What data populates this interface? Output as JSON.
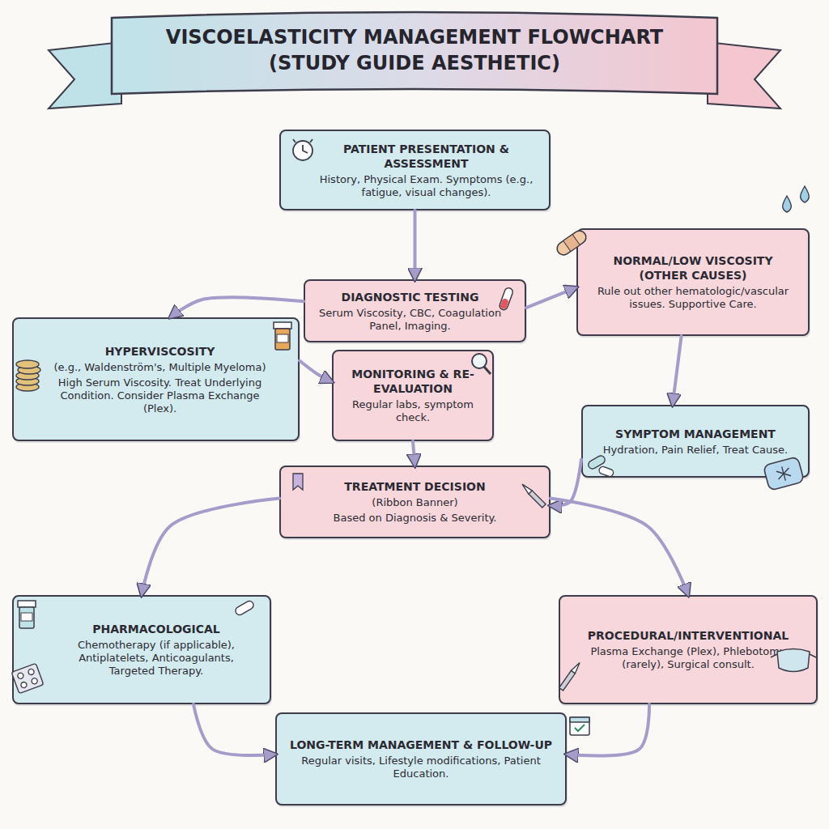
{
  "diagram": {
    "title": "VISCOELASTICITY MANAGEMENT FLOWCHART (STUDY GUIDE AESTHETIC)",
    "nodes": [
      {
        "text": [
          "PATIENT PRESENTATION & ASSESSMENT",
          "History, Physical Exam. Symptoms (e.g., fatigue, visual changes)."
        ]
      },
      {
        "text": [
          "NORMAL/LOW VISCOSITY (OTHER CAUSES)",
          "Rule out other hematologic/vascular issues. Supportive Care."
        ]
      },
      {
        "text": [
          "DIAGNOSTIC TESTING",
          "Serum Viscosity, CBC, Coagulation Panel, Imaging."
        ]
      },
      {
        "text": [
          "HYPERVISCOSITY",
          "(e.g., Waldenström's, Multiple Myeloma)",
          "High Serum Viscosity. Treat Underlying Condition. Consider Plasma Exchange (Plex)."
        ]
      },
      {
        "text": [
          "MONITORING & RE-EVALUATION",
          "Regular labs, symptom check."
        ]
      },
      {
        "text": [
          "SYMPTOM MANAGEMENT",
          "Hydration, Pain Relief, Treat Cause."
        ]
      },
      {
        "text": [
          "TREATMENT DECISION",
          "(Ribbon Banner)",
          "Based on Diagnosis & Severity."
        ]
      },
      {
        "text": [
          "PHARMACOLOGICAL",
          "Chemotherapy (if applicable), Antiplatelets, Anticoagulants, Targeted Therapy."
        ]
      },
      {
        "text": [
          "PROCEDURAL/INTERVENTIONAL",
          "Plasma Exchange (Plex), Phlebotomy (rarely), Surgical consult."
        ]
      },
      {
        "text": [
          "LONG-TERM MANAGEMENT & FOLLOW-UP",
          "Regular visits, Lifestyle modifications, Patient Education."
        ]
      }
    ],
    "edges": [
      {
        "from": 0,
        "to": 2,
        "arrow": "to"
      },
      {
        "from": 2,
        "to": 3,
        "arrow": "to"
      },
      {
        "from": 2,
        "to": 1,
        "arrow": "to"
      },
      {
        "from": 1,
        "to": 5,
        "arrow": "to"
      },
      {
        "from": 3,
        "to": 4,
        "arrow": "to"
      },
      {
        "from": 4,
        "to": 6,
        "arrow": "to"
      },
      {
        "from": 5,
        "to": 6,
        "arrow": "to"
      },
      {
        "from": 6,
        "to": 7,
        "arrow": "to"
      },
      {
        "from": 6,
        "to": 8,
        "arrow": "to"
      },
      {
        "from": 7,
        "to": 9,
        "arrow": "to"
      },
      {
        "from": 8,
        "to": 9,
        "arrow": "to"
      }
    ]
  }
}
